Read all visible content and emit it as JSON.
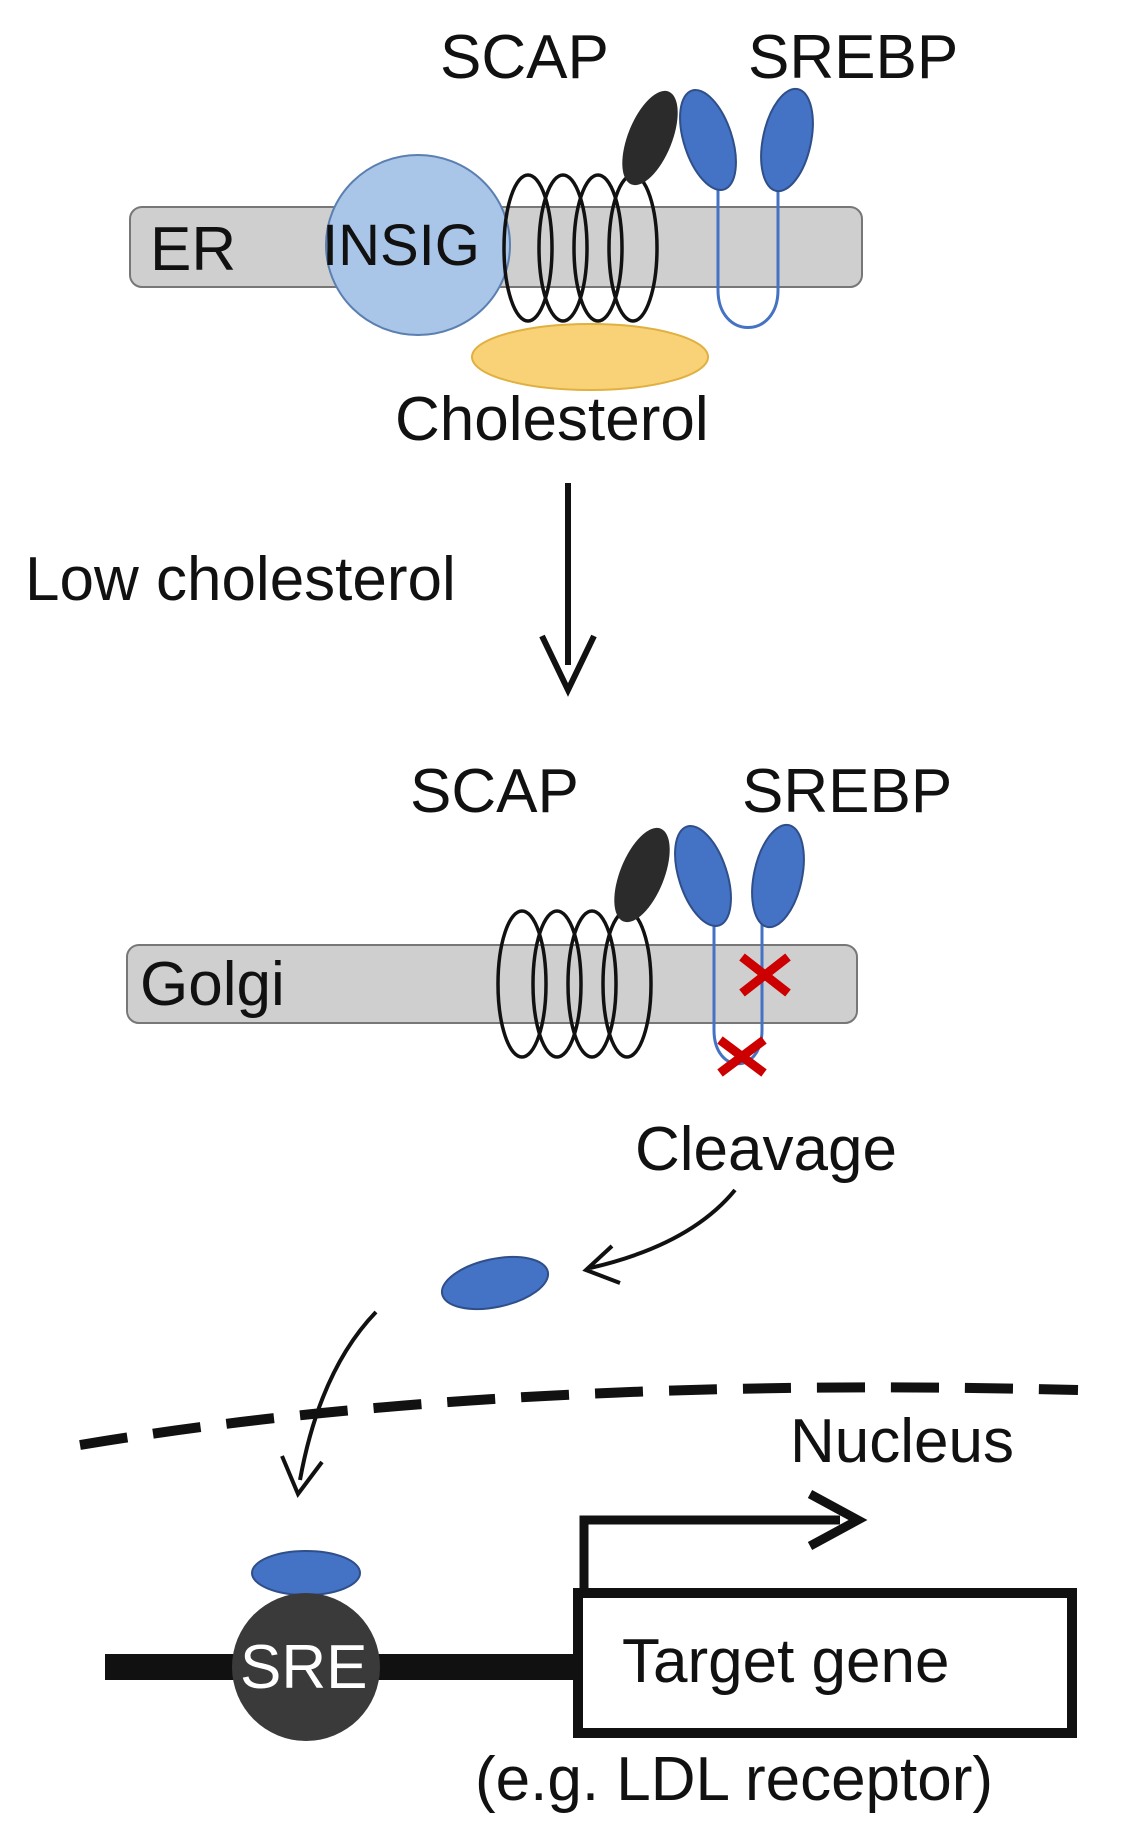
{
  "top": {
    "scap_label": "SCAP",
    "srebp_label": "SREBP",
    "membrane_label": "ER",
    "insig_label": "INSIG",
    "cholesterol_label": "Cholesterol"
  },
  "transition": {
    "condition_label": "Low cholesterol"
  },
  "middle": {
    "scap_label": "SCAP",
    "srebp_label": "SREBP",
    "membrane_label": "Golgi",
    "cleavage_label": "Cleavage"
  },
  "bottom": {
    "nucleus_label": "Nucleus",
    "sre_label": "SRE",
    "gene_label": "Target gene",
    "gene_example": "(e.g. LDL receptor)"
  },
  "colors": {
    "membrane": "#cfcfcf",
    "insig": "#a9c6e8",
    "cholesterol": "#f9d277",
    "srebp": "#4472c4",
    "scap_head": "#2b2b2b",
    "cleavage_mark": "#cc0000",
    "sre": "#3a3a3a"
  }
}
